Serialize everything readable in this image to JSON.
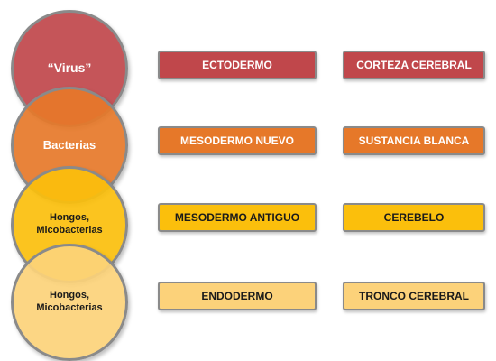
{
  "colors": {
    "row1": "#c0474b",
    "row2": "#e67829",
    "row3": "#fbbf0c",
    "row4": "#fcd27a",
    "text_light": "#ffffff",
    "text_dark": "#1a1a1a",
    "border": "#8a8a8a"
  },
  "rows": [
    {
      "agent": [
        "“Virus”"
      ],
      "layer": "ECTODERMO",
      "region": "CORTEZA CEREBRAL"
    },
    {
      "agent": [
        "Bacterias"
      ],
      "layer": "MESODERMO NUEVO",
      "region": "SUSTANCIA BLANCA"
    },
    {
      "agent": [
        "Hongos,",
        "Micobacterias"
      ],
      "layer": "MESODERMO ANTIGUO",
      "region": "CEREBELO"
    },
    {
      "agent": [
        "Hongos,",
        "Micobacterias"
      ],
      "layer": "ENDODERMO",
      "region": "TRONCO CEREBRAL"
    }
  ]
}
